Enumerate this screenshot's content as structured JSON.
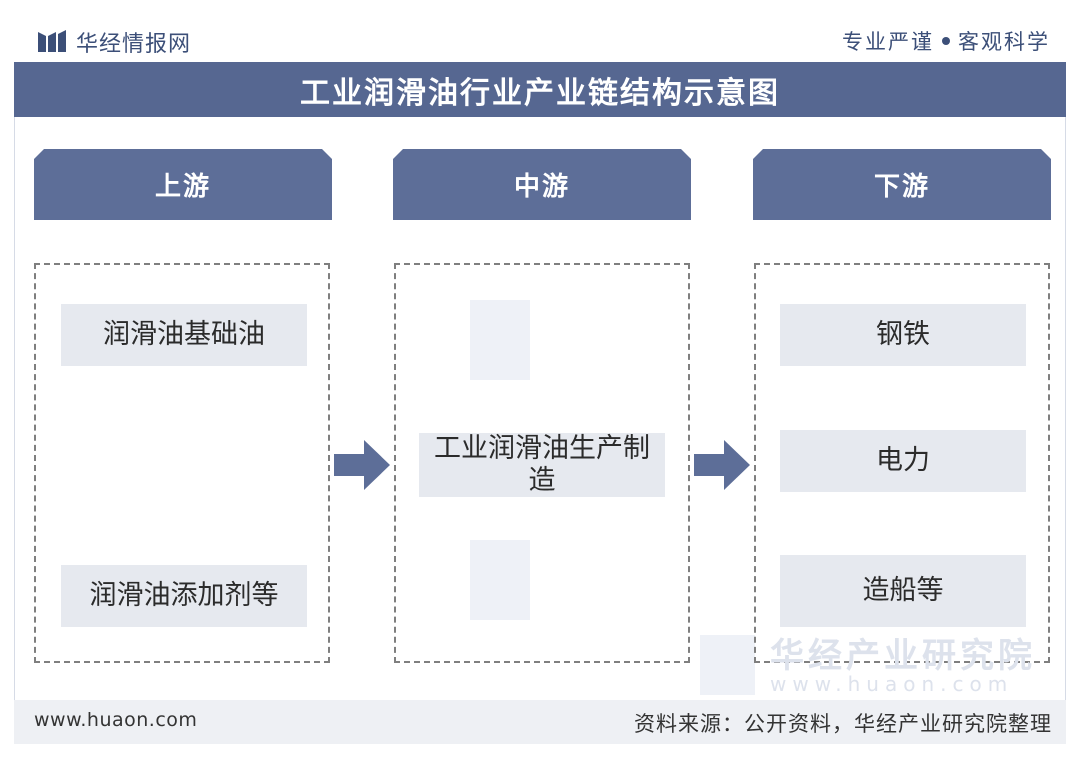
{
  "header": {
    "logo_text": "华经情报网",
    "slogan_left": "专业严谨",
    "slogan_right": "客观科学"
  },
  "title": "工业润滑油行业产业链结构示意图",
  "stages": [
    {
      "label": "上游",
      "items": [
        "润滑油基础油",
        "润滑油添加剂等"
      ]
    },
    {
      "label": "中游",
      "items": [
        "工业润滑油生产制造"
      ]
    },
    {
      "label": "下游",
      "items": [
        "钢铁",
        "电力",
        "造船等"
      ]
    }
  ],
  "watermark": {
    "name": "华经产业研究院",
    "url": "www.huaon.com"
  },
  "footer": {
    "url": "www.huaon.com",
    "source": "资料来源：公开资料，华经产业研究院整理"
  },
  "colors": {
    "title_bar": "#566791",
    "stage_header": "#5d6e98",
    "item_bg": "#e6e9ef",
    "arrow": "#5d6e98"
  }
}
